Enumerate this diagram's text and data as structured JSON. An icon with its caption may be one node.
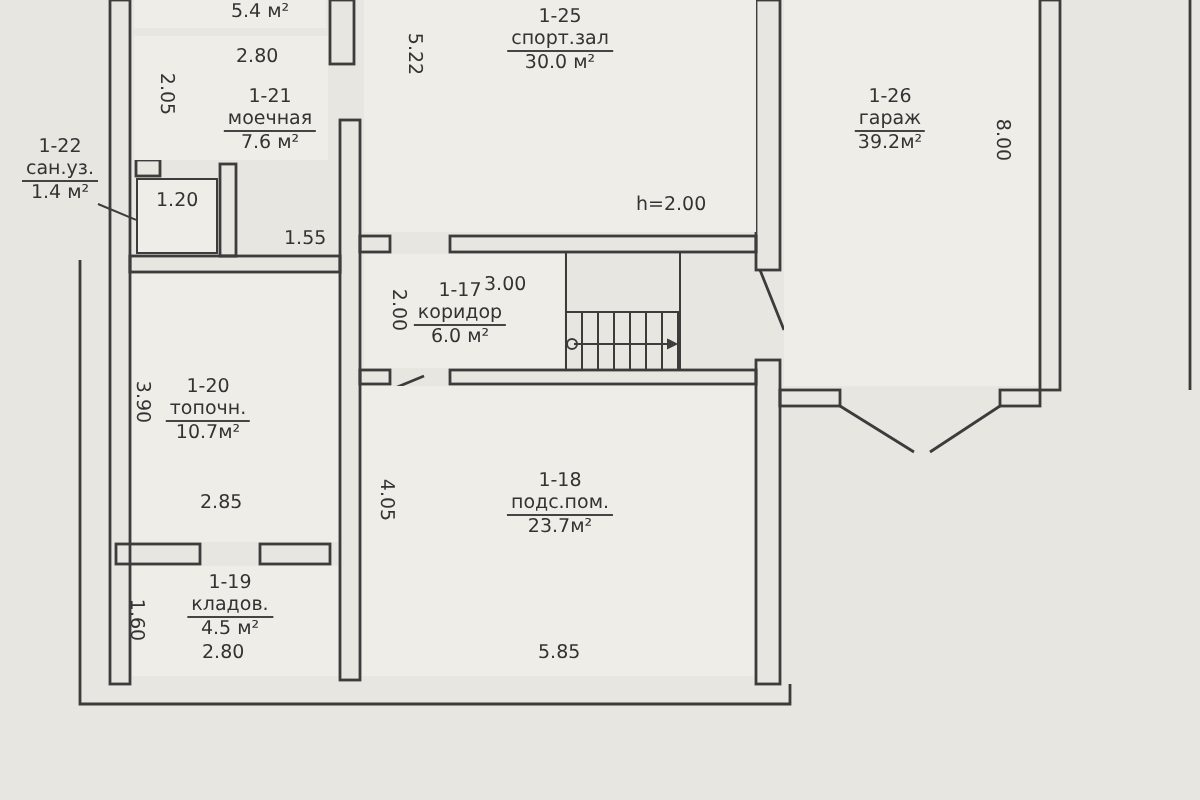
{
  "diagram": {
    "nodes": [
      {
        "text": [
          "5.4 м²"
        ]
      },
      {
        "text": [
          "1-25",
          "спорт.зал",
          "30.0 м²"
        ]
      },
      {
        "text": [
          "1-26",
          "гараж",
          "39.2м²"
        ]
      },
      {
        "text": [
          "1-21",
          "моечная",
          "7.6 м²"
        ]
      },
      {
        "text": [
          "1-22",
          "сан.уз.",
          "1.4 м²"
        ]
      },
      {
        "text": [],
        "shape": "box"
      },
      {
        "text": [
          "1-17",
          "коридор",
          "6.0 м²"
        ]
      },
      {
        "text": [
          "1-20",
          "топочн.",
          "10.7м²"
        ]
      },
      {
        "text": [
          "1-18",
          "подс.пом.",
          "23.7м²"
        ]
      },
      {
        "text": [
          "1-19",
          "кладов.",
          "4.5 м²"
        ]
      }
    ],
    "edges": [
      {
        "from": 4,
        "to": 5,
        "arrow": "none"
      }
    ],
    "labels": [
      "2.80",
      "5.22",
      "2.05",
      "1.20",
      "1.55",
      "h=2.00",
      "8.00",
      "3.00",
      "2.00",
      "3.90",
      "2.85",
      "4.05",
      "1.60",
      "2.80",
      "5.85"
    ]
  }
}
